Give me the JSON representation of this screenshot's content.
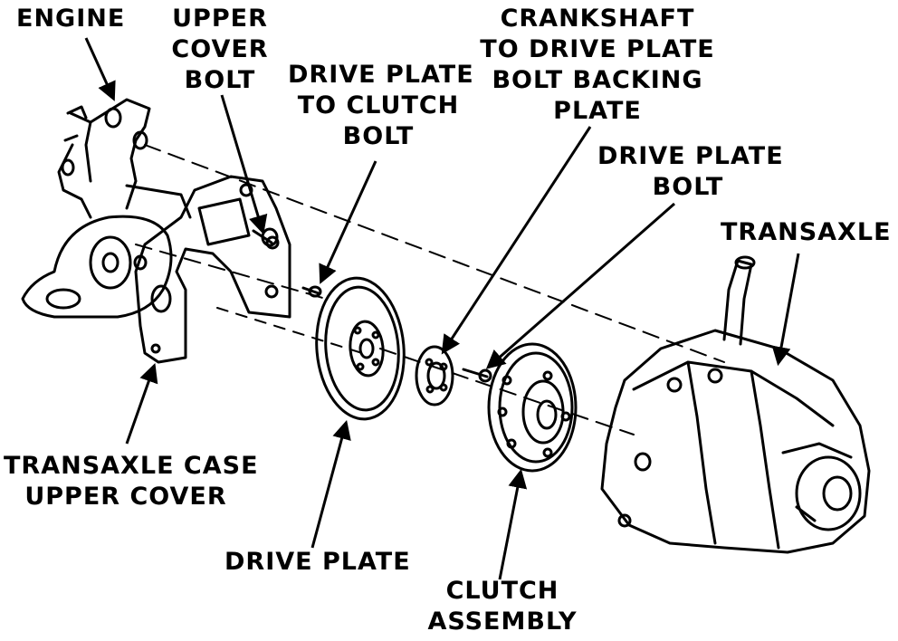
{
  "labels": {
    "engine": [
      "ENGINE"
    ],
    "upper_cover_bolt": [
      "UPPER",
      "COVER",
      "BOLT"
    ],
    "drive_plate_to_clutch_bolt": [
      "DRIVE PLATE",
      "TO CLUTCH",
      "BOLT"
    ],
    "crankshaft_backing_plate": [
      "CRANKSHAFT",
      "TO DRIVE PLATE",
      "BOLT BACKING",
      "PLATE"
    ],
    "drive_plate_bolt": [
      "DRIVE PLATE",
      "BOLT"
    ],
    "transaxle": [
      "TRANSAXLE"
    ],
    "transaxle_case_upper_cover": [
      "TRANSAXLE CASE",
      "UPPER COVER"
    ],
    "drive_plate": [
      "DRIVE PLATE"
    ],
    "clutch_assembly": [
      "CLUTCH",
      "ASSEMBLY"
    ]
  },
  "colors": {
    "ink": "#000000",
    "paper": "#ffffff"
  }
}
